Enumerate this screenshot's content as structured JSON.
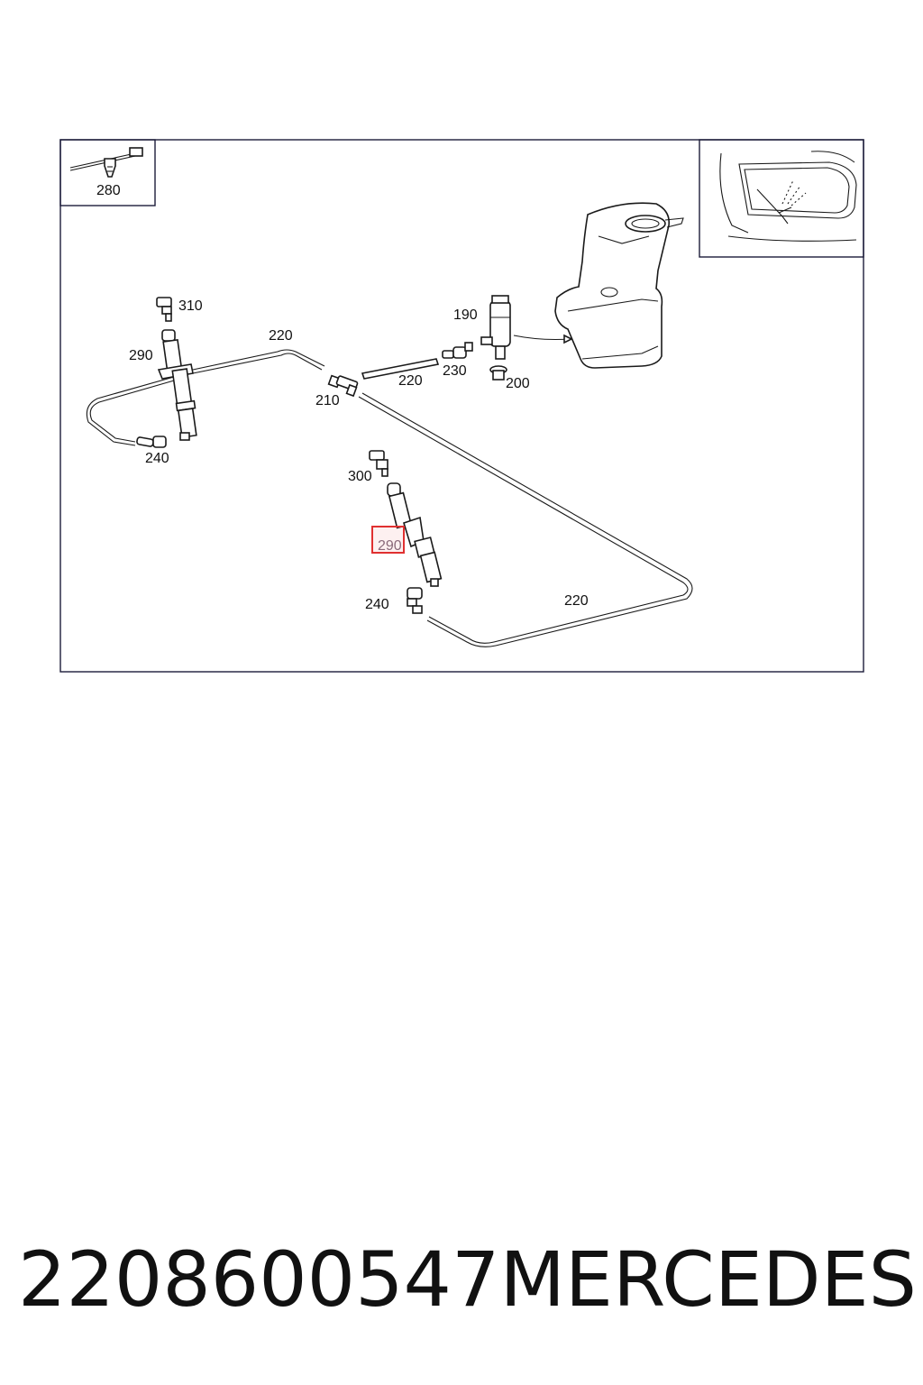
{
  "diagram": {
    "callouts": {
      "c280": "280",
      "c310": "310",
      "c290_left": "290",
      "c220_top": "220",
      "c190": "190",
      "c230": "230",
      "c200": "200",
      "c220_mid": "220",
      "c210": "210",
      "c240_left": "240",
      "c300": "300",
      "c290_highlight": "290",
      "c240_bottom": "240",
      "c220_bottom": "220"
    },
    "highlight_color": "#e03030"
  },
  "caption": {
    "part_number": "2208600547",
    "brand": "MERCEDES"
  }
}
